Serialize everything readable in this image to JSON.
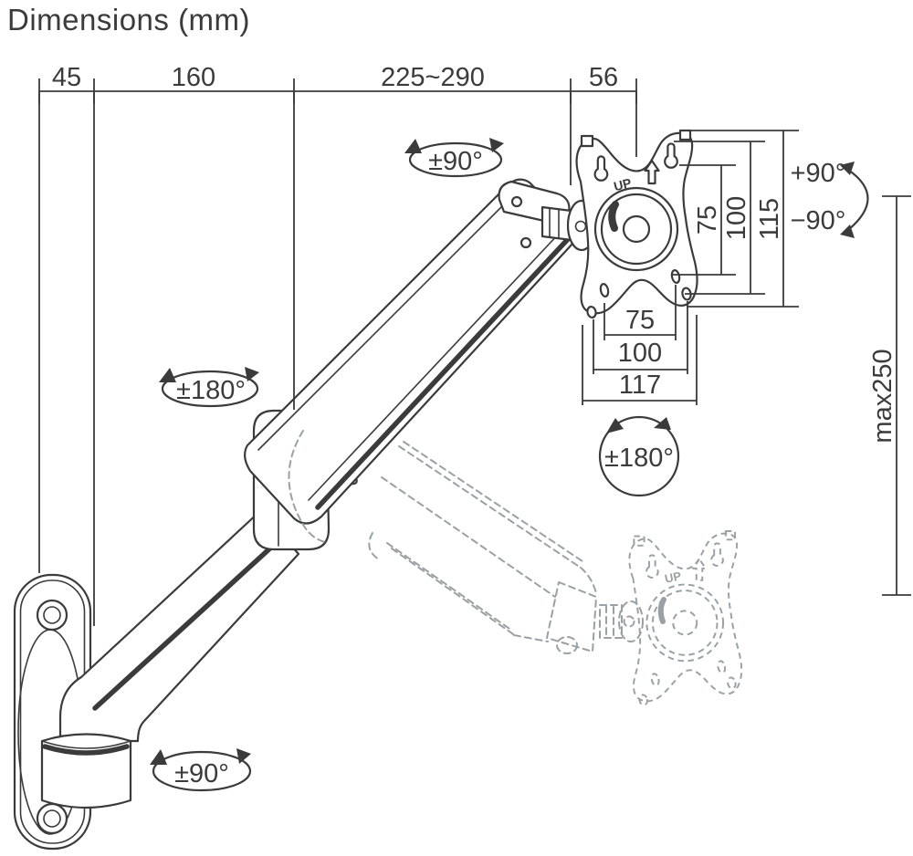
{
  "title": "Dimensions (mm)",
  "dims": {
    "top": [
      "45",
      "160",
      "225~290",
      "56"
    ],
    "vesa_v": [
      "75",
      "100",
      "115"
    ],
    "vesa_h": [
      "75",
      "100",
      "117"
    ],
    "height": "max250"
  },
  "rot": {
    "head_swivel": "±90°",
    "elbow": "±180°",
    "vesa": "±180°",
    "base": "±90°",
    "tilt_up": "+90°",
    "tilt_down": "−90°"
  },
  "plate": {
    "up": "UP",
    "ghost_up": "UP"
  },
  "colors": {
    "line": "#3b3b3b",
    "ghost": "#9aa0a4",
    "bg": "#ffffff"
  }
}
